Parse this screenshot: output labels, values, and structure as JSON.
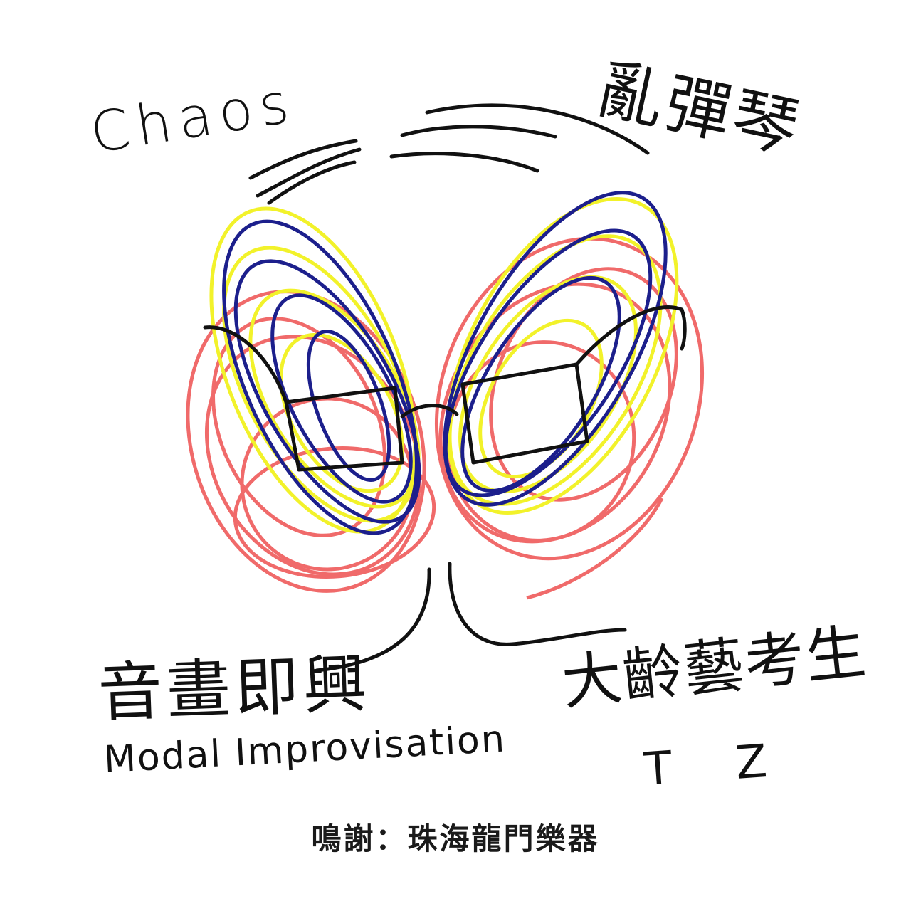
{
  "texts": {
    "chaos": "Chaos",
    "title_cn": "亂彈琴",
    "modal_cn": "音畫即興",
    "modal_en": "Modal Improvisation",
    "artist_cn": "大齡藝考生",
    "artist_en": "TZ",
    "credit": "鳴謝：珠海龍門樂器"
  },
  "colors": {
    "background": "#ffffff",
    "ink": "#111111",
    "red": "#f06a6a",
    "yellow": "#f2f22a",
    "navy": "#1c1f8c"
  }
}
